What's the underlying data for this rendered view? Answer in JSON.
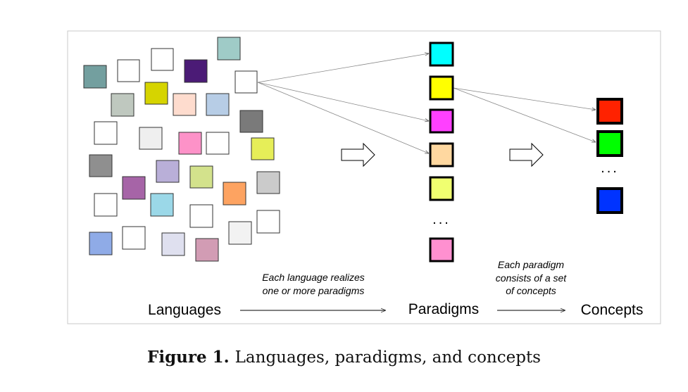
{
  "labels": {
    "languages": "Languages",
    "paradigms": "Paradigms",
    "concepts": "Concepts",
    "note_realizes_1": "Each language realizes",
    "note_realizes_2": "one or more paradigms",
    "note_consists_1": "Each paradigm",
    "note_consists_2": "consists of a set",
    "note_consists_3": "of concepts",
    "paradigm_ellipsis": "...",
    "concept_ellipsis": "..."
  },
  "caption": {
    "label": "Figure 1.",
    "text": "Languages, paradigms, and concepts"
  },
  "language_colors": [
    "#ffffff",
    "#ffffff",
    "#9fcbc7",
    "#739f9f",
    "#ffffff",
    "#4b1b76",
    "#ffffff",
    "#bfc8bf",
    "#d6d400",
    "#fedcce",
    "#b7cde6",
    "#ffffff",
    "#7a7a7a",
    "#efefef",
    "#fd92c8",
    "#ffffff",
    "#e6ee58",
    "#8f8f8f",
    "#b9afd8",
    "#d3e28c",
    "#ffffff",
    "#a664a7",
    "#fda361",
    "#cbcbcb",
    "#ffffff",
    "#9bd8e8",
    "#ffffff",
    "#f2f2f2",
    "#ffffff",
    "#8fabe7",
    "#ffffff",
    "#dfe0ef",
    "#d29cb4"
  ],
  "paradigm_colors": [
    "#00ffff",
    "#ffff00",
    "#ff40ff",
    "#ffd8a0",
    "#f0ff70",
    "#ff90d0"
  ],
  "concept_colors": [
    "#ff2200",
    "#00ff00",
    "#0033ff"
  ]
}
